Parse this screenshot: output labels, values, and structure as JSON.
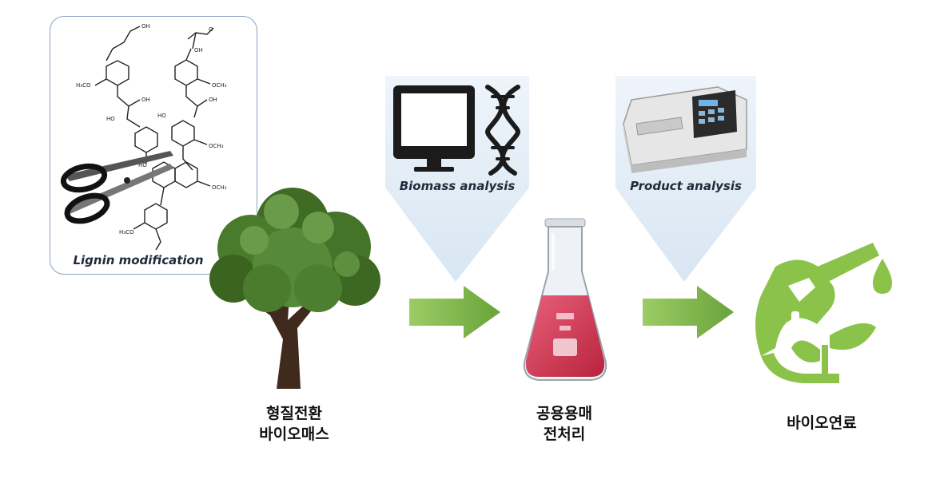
{
  "lignin": {
    "label": "Lignin modification"
  },
  "biomass_analysis": {
    "label": "Biomass analysis"
  },
  "product_analysis": {
    "label": "Product analysis"
  },
  "tree": {
    "caption_line1": "형질전환",
    "caption_line2": "바이오매스"
  },
  "flask": {
    "caption_line1": "공용용매",
    "caption_line2": "전처리"
  },
  "fuel": {
    "caption": "바이오연료"
  },
  "colors": {
    "arrow_green": "#7cb342",
    "fuel_green": "#8bc34a",
    "panel_blue": "#dce8f4",
    "flask_liquid": "#d63a52"
  }
}
